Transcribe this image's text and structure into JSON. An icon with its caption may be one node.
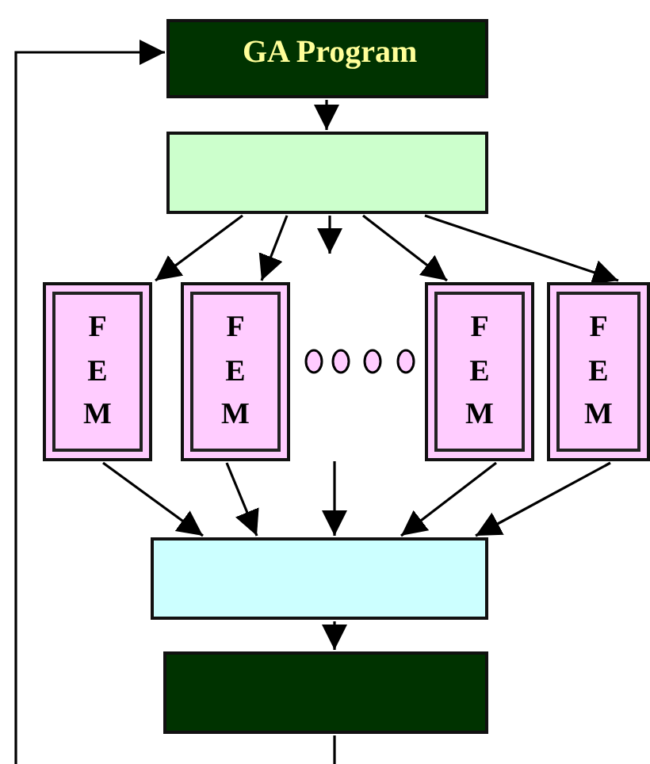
{
  "diagram": {
    "nodes": [
      {
        "text": [
          "GA Program"
        ]
      },
      {
        "text": [],
        "shape": "box"
      },
      {
        "text": [
          "F E M"
        ]
      },
      {
        "text": [
          "F E M"
        ]
      },
      {
        "text": [
          "F E M"
        ]
      },
      {
        "text": [
          "F E M"
        ]
      },
      {
        "text": [],
        "shape": "box"
      },
      {
        "text": [],
        "shape": "box"
      }
    ],
    "edges": [
      {
        "from": 0,
        "to": 1,
        "arrow": "to"
      },
      {
        "from": 1,
        "to": 2,
        "arrow": "to"
      },
      {
        "from": 1,
        "to": 3,
        "arrow": "to"
      },
      {
        "from": 1,
        "to": null,
        "arrow": "to"
      },
      {
        "from": 1,
        "to": 4,
        "arrow": "to"
      },
      {
        "from": 1,
        "to": 5,
        "arrow": "to"
      },
      {
        "from": 2,
        "to": 6,
        "arrow": "to"
      },
      {
        "from": 3,
        "to": 6,
        "arrow": "to"
      },
      {
        "from": null,
        "to": 6,
        "arrow": "to"
      },
      {
        "from": 4,
        "to": 6,
        "arrow": "to"
      },
      {
        "from": 5,
        "to": 6,
        "arrow": "to"
      },
      {
        "from": 6,
        "to": 7,
        "arrow": "to"
      },
      {
        "from": 7,
        "to": null,
        "arrow": "none"
      },
      {
        "from": null,
        "to": 0,
        "arrow": "to"
      }
    ]
  }
}
